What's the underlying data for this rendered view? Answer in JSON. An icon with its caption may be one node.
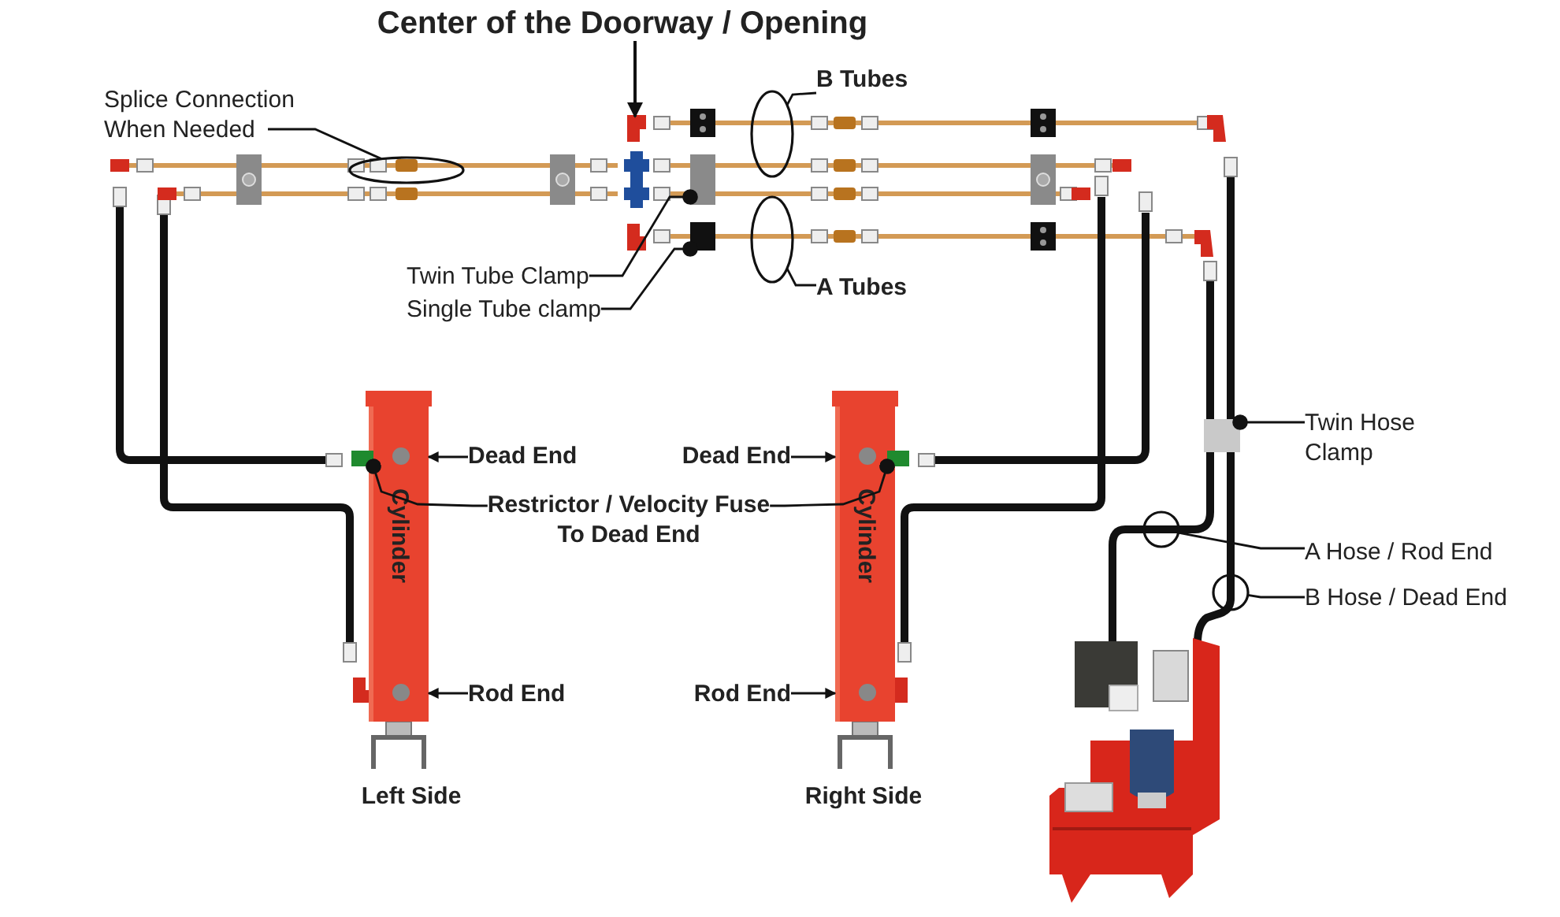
{
  "diagram": {
    "nodes": [
      {
        "text": [
          "Center of the Doorway / Opening"
        ]
      },
      {
        "text": [
          "Splice Connection When Needed"
        ]
      },
      {
        "text": [],
        "shape": "ellipse"
      },
      {
        "text": [
          "B Tubes"
        ]
      },
      {
        "text": [],
        "shape": "ellipse"
      },
      {
        "text": [
          "A Tubes"
        ]
      },
      {
        "text": [],
        "shape": "ellipse"
      },
      {
        "text": [
          "Twin Tube Clamp"
        ]
      },
      {
        "text": [],
        "shape": "box"
      },
      {
        "text": [
          "Single Tube clamp"
        ]
      },
      {
        "text": [],
        "shape": "box"
      },
      {
        "text": [
          "Cylinder"
        ],
        "beside": [
          "Left Side"
        ]
      },
      {
        "text": [
          "Cylinder"
        ],
        "beside": [
          "Right Side"
        ]
      },
      {
        "text": [
          "Dead End"
        ]
      },
      {
        "text": [
          "Rod End"
        ]
      },
      {
        "text": [
          "Dead End"
        ]
      },
      {
        "text": [
          "Rod End"
        ]
      },
      {
        "text": [
          "Restrictor / Velocity Fuse To Dead End"
        ]
      },
      {
        "text": [],
        "shape": "box"
      },
      {
        "text": [],
        "shape": "box"
      },
      {
        "text": [
          "Twin Hose Clamp"
        ]
      },
      {
        "text": [],
        "shape": "box"
      },
      {
        "text": [
          "A Hose / Rod End"
        ]
      },
      {
        "text": [],
        "shape": "circle"
      },
      {
        "text": [
          "B Hose / Dead End"
        ]
      },
      {
        "text": [],
        "shape": "circle"
      },
      {
        "text": [],
        "shape": "picture"
      }
    ],
    "edges": [
      {
        "from": 0,
        "to": null,
        "arrow": "to"
      },
      {
        "from": 1,
        "to": 2,
        "arrow": "none"
      },
      {
        "from": 3,
        "to": 4,
        "arrow": "none"
      },
      {
        "from": 5,
        "to": 6,
        "arrow": "none"
      },
      {
        "from": 7,
        "to": 8,
        "arrow": "other"
      },
      {
        "from": 9,
        "to": 10,
        "arrow": "other"
      },
      {
        "from": 13,
        "to": 11,
        "arrow": "to"
      },
      {
        "from": 14,
        "to": 11,
        "arrow": "to"
      },
      {
        "from": 15,
        "to": 12,
        "arrow": "to"
      },
      {
        "from": 16,
        "to": 12,
        "arrow": "to"
      },
      {
        "from": 17,
        "to": 18,
        "arrow": "other"
      },
      {
        "from": 17,
        "to": 19,
        "arrow": "other"
      },
      {
        "from": 20,
        "to": 21,
        "arrow": "other"
      },
      {
        "from": 22,
        "to": 23,
        "arrow": "none"
      },
      {
        "from": 24,
        "to": 25,
        "arrow": "none"
      }
    ]
  }
}
